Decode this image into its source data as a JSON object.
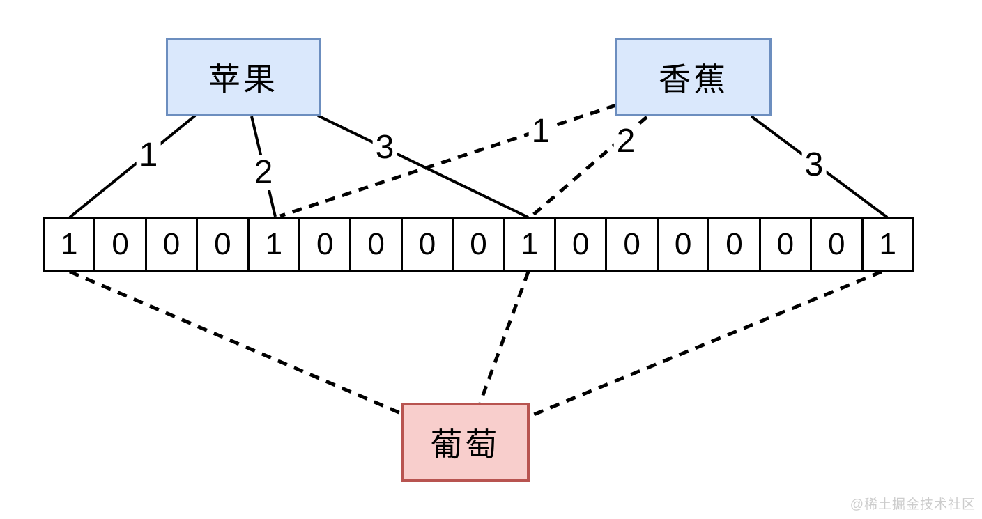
{
  "nodes": {
    "apple": {
      "label": "苹果"
    },
    "banana": {
      "label": "香蕉"
    },
    "grape": {
      "label": "葡萄"
    }
  },
  "bit_array": {
    "length": 17,
    "values": [
      "1",
      "0",
      "0",
      "0",
      "1",
      "0",
      "0",
      "0",
      "0",
      "1",
      "0",
      "0",
      "0",
      "0",
      "0",
      "0",
      "1"
    ],
    "set_bit_indexes": [
      0,
      4,
      9,
      16
    ]
  },
  "connections": {
    "apple": [
      {
        "label": "1",
        "bit_index": 0,
        "style": "solid"
      },
      {
        "label": "2",
        "bit_index": 4,
        "style": "solid"
      },
      {
        "label": "3",
        "bit_index": 9,
        "style": "solid"
      }
    ],
    "banana": [
      {
        "label": "1",
        "bit_index": 4,
        "style": "dashed"
      },
      {
        "label": "2",
        "bit_index": 9,
        "style": "dashed"
      },
      {
        "label": "3",
        "bit_index": 16,
        "style": "solid"
      }
    ],
    "grape": [
      {
        "bit_index": 0,
        "style": "dashed"
      },
      {
        "bit_index": 9,
        "style": "dashed"
      },
      {
        "bit_index": 16,
        "style": "dashed"
      }
    ]
  },
  "watermark": "@稀土掘金技术社区",
  "colors": {
    "node-blue-fill": "#dae8fc",
    "node-blue-stroke": "#6c8ebf",
    "node-red-fill": "#f8cecc",
    "node-red-stroke": "#b85450",
    "line-color": "#000000",
    "watermark-color": "#cccccc"
  }
}
